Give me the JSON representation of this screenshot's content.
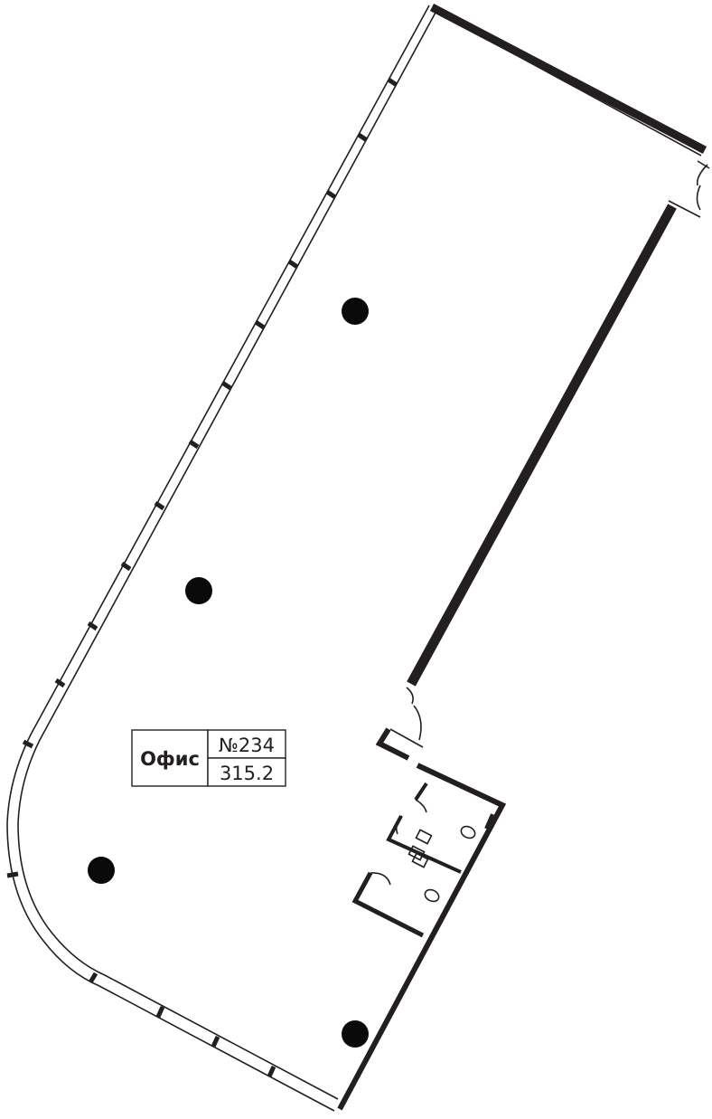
{
  "plan": {
    "room_type": "Офис",
    "room_number": "№234",
    "area": "315.2"
  },
  "colors": {
    "wall": "#231f20",
    "column": "#0a0a0a",
    "background": "#ffffff"
  }
}
